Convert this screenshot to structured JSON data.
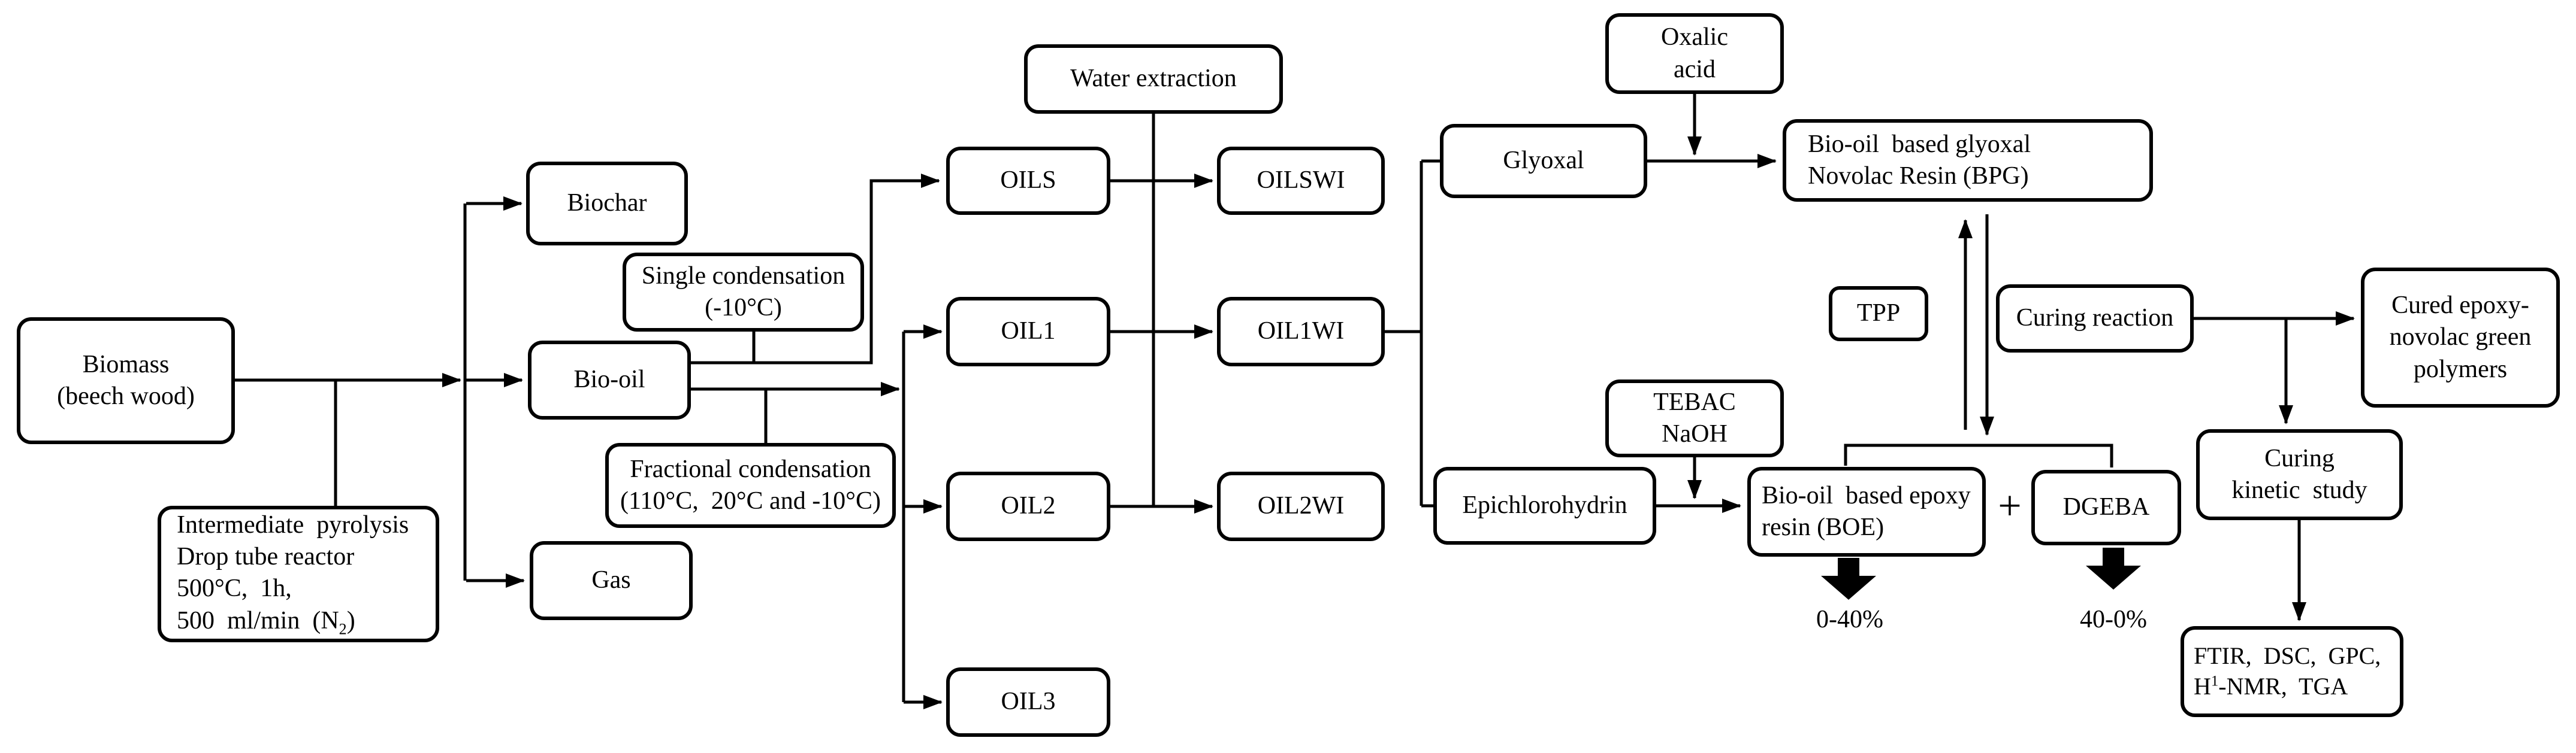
{
  "colors": {
    "ink": "#000000",
    "box_fill": "#ffffff",
    "background": "#ffffff"
  },
  "nodes": {
    "biomass": {
      "line1": "Biomass",
      "line2": "(beech wood)"
    },
    "pyrolysis": {
      "line1": "Intermediate  pyrolysis",
      "line2": "Drop tube reactor",
      "line3": "500°C,  1h,",
      "line4_pre": "500  ml/min  (N",
      "line4_sub": "2",
      "line4_post": ")"
    },
    "biochar": {
      "label": "Biochar"
    },
    "single_condensation": {
      "line1": "Single condensation",
      "line2": "(-10°C)"
    },
    "bio_oil": {
      "label": "Bio-oil"
    },
    "fractional_condensation": {
      "line1": "Fractional condensation",
      "line2": "(110°C,  20°C and -10°C)"
    },
    "gas": {
      "label": "Gas"
    },
    "water_extraction": {
      "label": "Water extraction"
    },
    "oils": {
      "label": "OILS"
    },
    "oil1": {
      "label": "OIL1"
    },
    "oil2": {
      "label": "OIL2"
    },
    "oil3": {
      "label": "OIL3"
    },
    "oilswi": {
      "label": "OILSWI"
    },
    "oil1wi": {
      "label": "OIL1WI"
    },
    "oil2wi": {
      "label": "OIL2WI"
    },
    "glyoxal": {
      "label": "Glyoxal"
    },
    "oxalic_acid": {
      "line1": "Oxalic",
      "line2": "acid"
    },
    "bpg": {
      "line1": "Bio-oil  based glyoxal",
      "line2": "Novolac Resin (BPG)"
    },
    "tpp": {
      "label": "TPP"
    },
    "curing_reaction": {
      "label": "Curing reaction"
    },
    "cured_polymers": {
      "line1": "Cured epoxy-",
      "line2": "novolac green",
      "line3": "polymers"
    },
    "tebac_naoh": {
      "line1": "TEBAC",
      "line2": "NaOH"
    },
    "epichlorohydrin": {
      "label": "Epichlorohydrin"
    },
    "boe": {
      "line1": "Bio-oil  based epoxy",
      "line2": "resin (BOE)"
    },
    "dgeba": {
      "label": "DGEBA"
    },
    "curing_kinetic": {
      "line1": "Curing",
      "line2": "kinetic  study"
    },
    "analysis": {
      "line1": "FTIR,  DSC,  GPC,",
      "line2_pre": "H",
      "line2_sup": "1",
      "line2_post": "-NMR,  TGA"
    }
  },
  "annotations": {
    "plus": "+",
    "boe_ratio": "0-40%",
    "dgeba_ratio": "40-0%"
  }
}
